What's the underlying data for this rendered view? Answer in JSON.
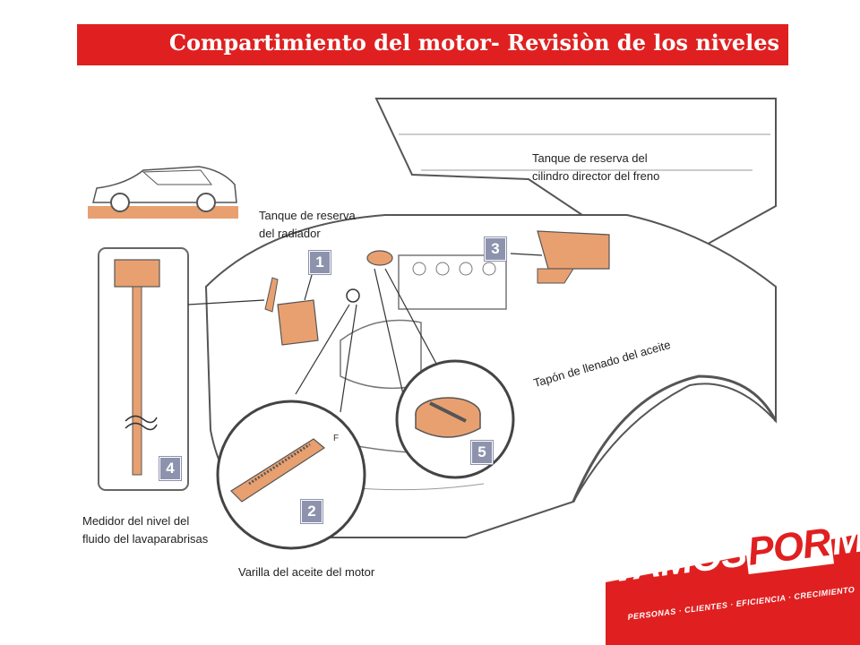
{
  "header": {
    "title": "Compartimiento del motor- Revisiòn de los niveles"
  },
  "labels": {
    "radiator_tank": "Tanque de reserva\ndel radiador",
    "brake_tank": "Tanque de reserva del\ncilindro director del freno",
    "oil_cap": "Tapón de llenado del aceite",
    "washer_gauge": "Medidor del nivel del\nfluido del lavaparabrisas",
    "oil_dipstick": "Varilla del aceite del motor"
  },
  "callouts": {
    "n1": "1",
    "n2": "2",
    "n3": "3",
    "n4": "4",
    "n5": "5"
  },
  "logo": {
    "vamos": "VAMOS",
    "por": "POR",
    "mas": "MAS",
    "tagline": "PERSONAS · CLIENTES · EFICIENCIA · CRECIMIENTO"
  },
  "colors": {
    "accent": "#e02020",
    "part_orange": "#e8a070",
    "callout_box": "#8e93ad"
  }
}
